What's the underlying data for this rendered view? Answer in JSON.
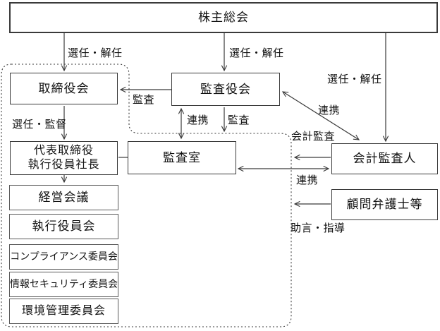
{
  "colors": {
    "line": "#3a3a3a",
    "border": "#3a3a3a",
    "committee_border": "#595959",
    "background": "#ffffff",
    "text": "#111111"
  },
  "nodes": {
    "shareholders_meeting": "株主総会",
    "board_of_directors": "取締役会",
    "audit_supervisory_board": "監査役会",
    "president_line1": "代表取締役",
    "president_line2": "執行役員社長",
    "audit_office": "監査室",
    "accounting_auditor": "会計監査人",
    "management_meeting": "経営会議",
    "executive_officers_meeting": "執行役員会",
    "compliance_committee": "コンプライアンス委員会",
    "information_security_committee": "情報セキュリティ委員会",
    "environmental_management_committee": "環境管理委員会",
    "corporate_lawyers": "顧問弁護士等"
  },
  "edge_labels": {
    "election_dismissal_left": "選任・解任",
    "election_dismissal_center": "選任・解任",
    "election_dismissal_right": "選任・解任",
    "audit_board_to_directors": "監査",
    "cooperation_vertical": "連携",
    "audit_downward": "監査",
    "cooperation_diagonal": "連携",
    "accounting_audit": "会計監査",
    "election_supervision": "選任・監督",
    "cooperation_horizontal": "連携",
    "advice_guidance": "助言・指導"
  }
}
